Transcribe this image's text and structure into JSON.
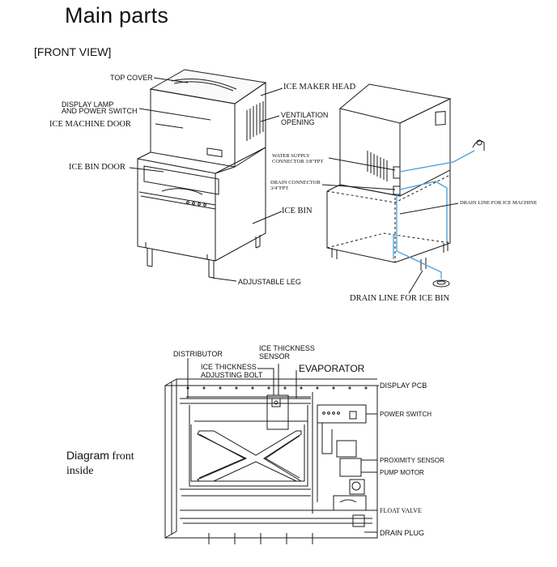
{
  "title": "Main parts",
  "front_view_label": "[FRONT VIEW]",
  "front_labels": {
    "top_cover": "TOP COVER",
    "display_lamp_1": "DISPLAY LAMP",
    "display_lamp_2": "AND POWER SWITCH",
    "ice_machine_door": "ICE MACHINE DOOR",
    "ice_bin_door": "ICE BIN DOOR",
    "ice_maker_head": "ICE MAKER HEAD",
    "ventilation_1": "VENTILATION",
    "ventilation_2": "OPENING",
    "ice_bin": "ICE BIN",
    "adjustable_leg": "ADJUSTABLE LEG"
  },
  "rear_labels": {
    "water_supply_1": "WATER SUPPLY",
    "water_supply_2": "CONNECTOR 3/8\"FPT",
    "drain_connector_1": "DRAIN CONNECTOR",
    "drain_connector_2": "3/4\"FPT",
    "drain_line_machine": "DRAIN LINE FOR ICE MACHINE",
    "drain_line_bin": "DRAIN LINE FOR ICE BIN"
  },
  "inside_labels": {
    "distributor": "DISTRIBUTOR",
    "ice_thickness_sensor_1": "ICE THICKNESS",
    "ice_thickness_sensor_2": "SENSOR",
    "ice_thickness_bolt_1": "ICE THICKNESS",
    "ice_thickness_bolt_2": "ADJUSTING BOLT",
    "evaporator": "EVAPORATOR",
    "display_pcb": "DISPLAY PCB",
    "power_switch": "POWER SWITCH",
    "proximity_sensor": "PROXIMITY SENSOR",
    "pump_motor": "PUMP MOTOR",
    "float_valve": "FLOAT VALVE",
    "drain_plug": "DRAIN PLUG"
  },
  "diagram_caption": {
    "bold": "Diagram",
    "rest": " front",
    "line2": "inside"
  },
  "colors": {
    "line": "#1a1a1a",
    "water_pipe": "#4a9fd8"
  }
}
